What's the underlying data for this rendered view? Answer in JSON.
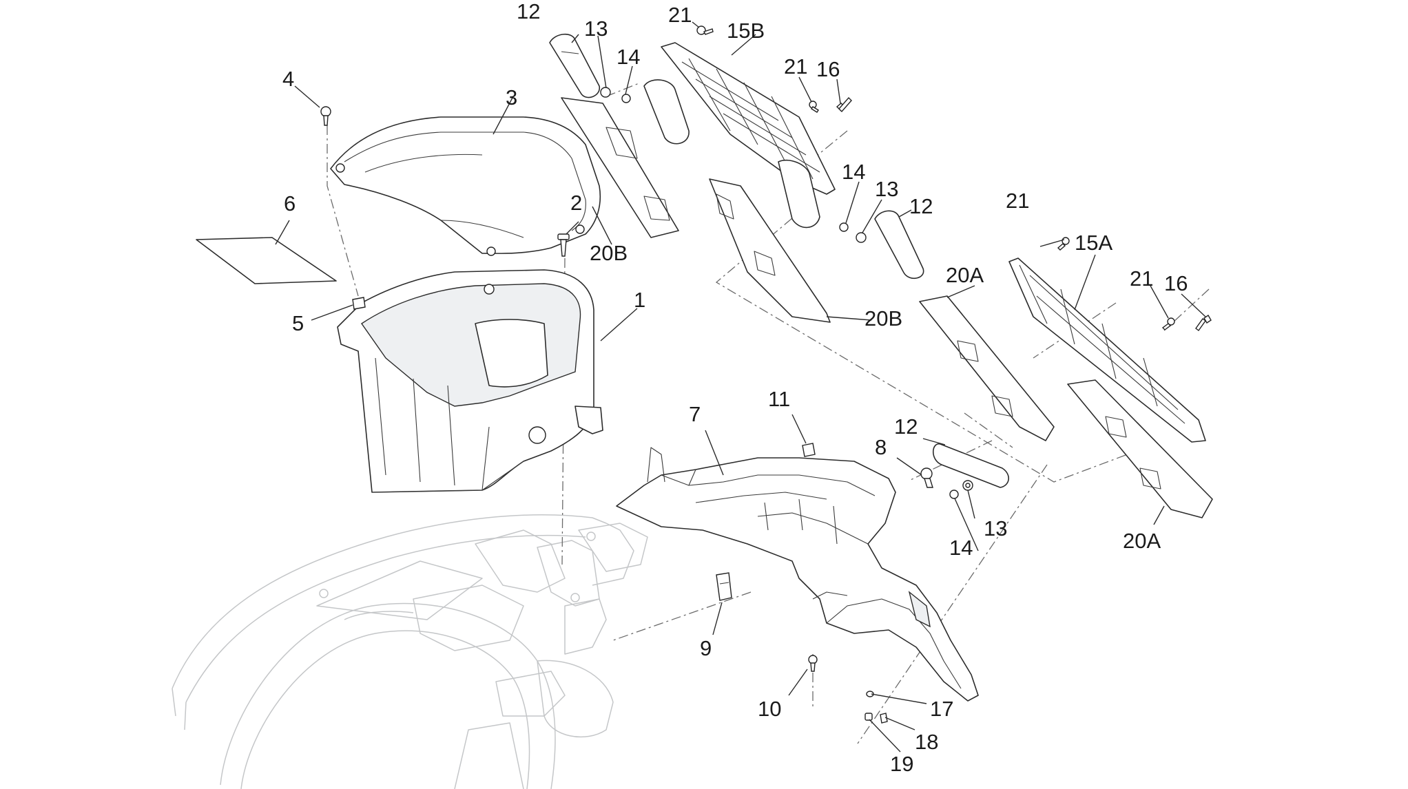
{
  "diagram": {
    "callouts": {
      "c1": "1",
      "c2": "2",
      "c3": "3",
      "c4": "4",
      "c5": "5",
      "c6": "6",
      "c7": "7",
      "c8": "8",
      "c9": "9",
      "c10": "10",
      "c11": "11",
      "c12a": "12",
      "c12b": "12",
      "c12c": "12",
      "c13a": "13",
      "c13b": "13",
      "c13c": "13",
      "c14a": "14",
      "c14b": "14",
      "c14c": "14",
      "c15a": "15A",
      "c15b": "15B",
      "c16a": "16",
      "c16b": "16",
      "c17": "17",
      "c18": "18",
      "c19": "19",
      "c20a_1": "20A",
      "c20a_2": "20A",
      "c20b_1": "20B",
      "c20b_2": "20B",
      "c21a": "21",
      "c21b": "21",
      "c21c": "21",
      "c21d": "21"
    }
  }
}
